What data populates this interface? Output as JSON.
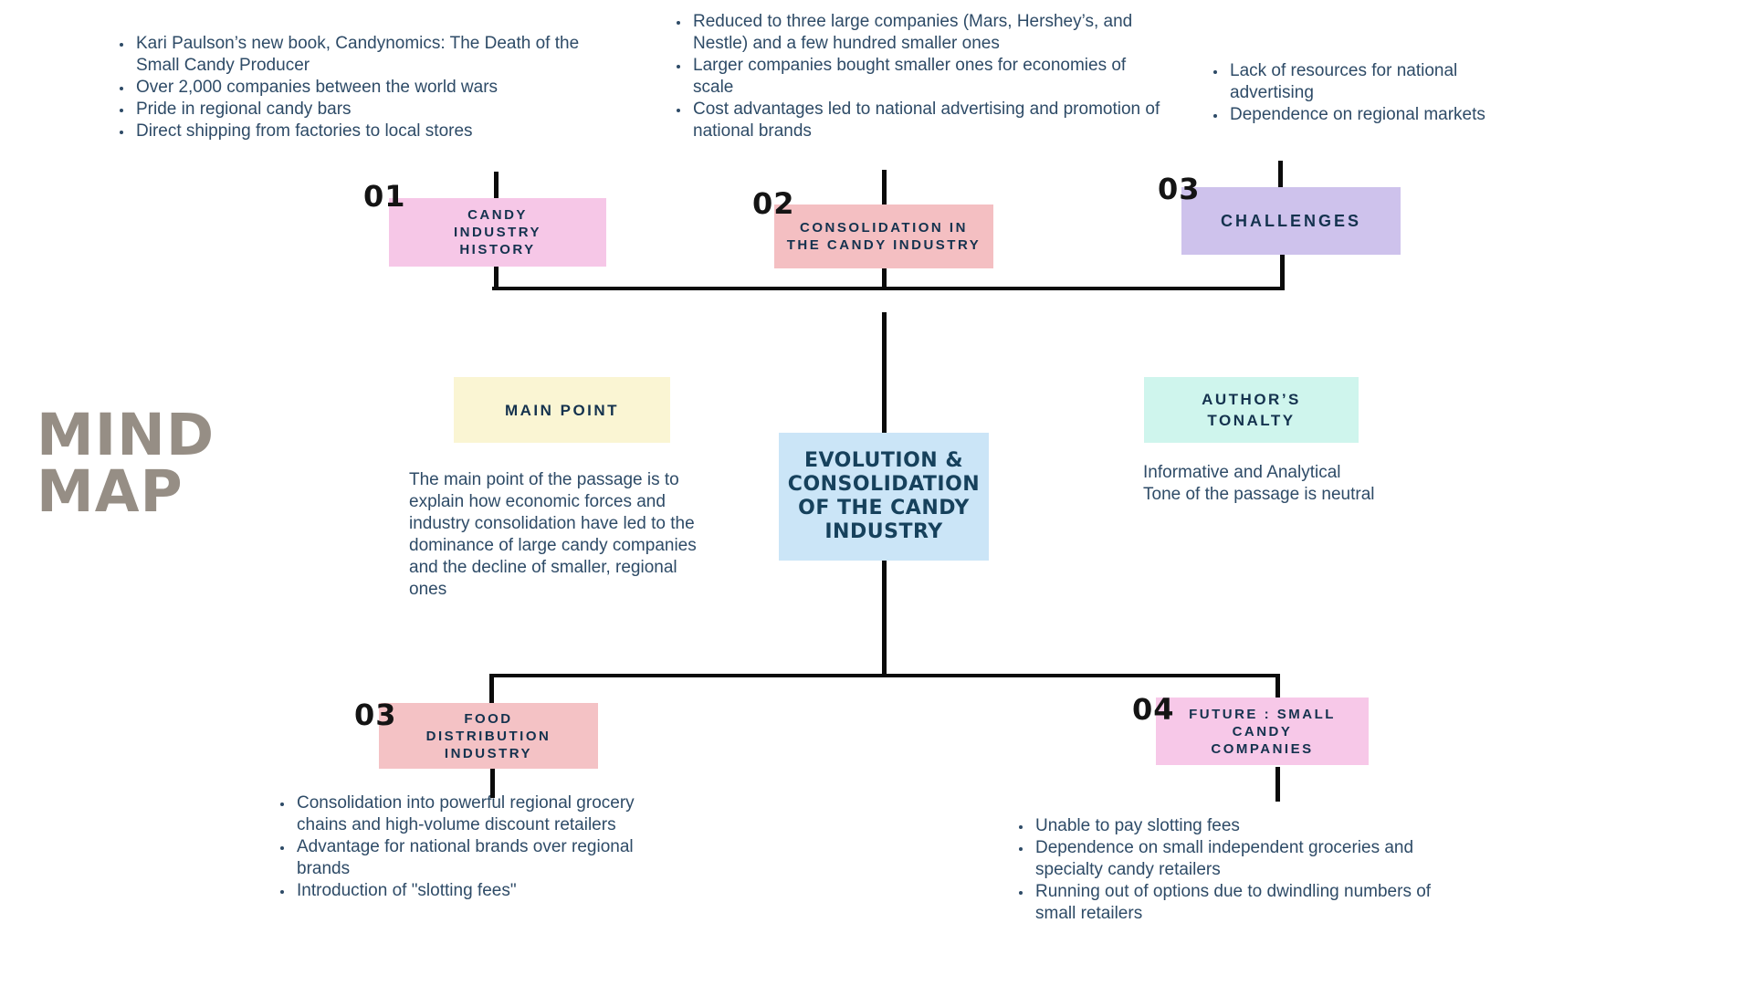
{
  "brand": {
    "text": "MIND\nMAP",
    "color": "#968E85"
  },
  "center_node": {
    "title": "EVOLUTION &\nCONSOLIDATION\nOF THE CANDY\nINDUSTRY",
    "bg": "#CBE5F7"
  },
  "branches": {
    "candy_industry_history": {
      "number": "01",
      "title": "CANDY\nINDUSTRY\nHISTORY",
      "bg": "#F6C7E7",
      "notes": [
        "Kari Paulson’s new book, Candynomics: The Death of the Small Candy Producer",
        "Over 2,000 companies between the world wars",
        "Pride in regional candy bars",
        "Direct shipping from factories to local stores"
      ]
    },
    "consolidation_in_candy_industry": {
      "number": "02",
      "title": "CONSOLIDATION IN\nTHE CANDY INDUSTRY",
      "bg": "#F4BFC2",
      "notes": [
        "Reduced to three large companies (Mars, Hershey’s, and Nestle) and a few hundred smaller ones",
        "Larger companies bought smaller ones for economies of scale",
        "Cost advantages led to national advertising and promotion of national brands"
      ]
    },
    "challenges": {
      "number": "03",
      "title": "CHALLENGES",
      "bg": "#CEC2EC",
      "notes": [
        "Lack of resources for national advertising",
        "Dependence on regional markets"
      ]
    },
    "main_point": {
      "title": "MAIN POINT",
      "bg": "#FAF5D3",
      "text": "The main point of the passage is to explain how economic forces and industry consolidation have led to the dominance of large candy companies and the decline of smaller, regional ones"
    },
    "authors_tonality": {
      "title": "AUTHOR’S\nTONALTY",
      "bg": "#CFF5ED",
      "text": "Informative and Analytical\nTone of the passage is neutral"
    },
    "food_distribution_industry": {
      "number": "03",
      "title": "FOOD\nDISTRIBUTION\nINDUSTRY",
      "bg": "#F4C2C5",
      "notes": [
        "Consolidation into powerful regional grocery chains and high-volume discount retailers",
        "Advantage for national brands over regional brands",
        "Introduction of \"slotting fees\""
      ]
    },
    "future_small_candy_companies": {
      "number": "04",
      "title": "FUTURE : SMALL\nCANDY\nCOMPANIES",
      "bg": "#F7C8E8",
      "notes": [
        "Unable to pay slotting fees",
        "Dependence on small independent groceries and specialty candy retailers",
        "Running out of options due to dwindling numbers of small retailers"
      ]
    }
  },
  "colors": {
    "body_text": "#2E4B67",
    "heading_text": "#14324E",
    "line": "#0B0B0B",
    "brand_text": "#968E85"
  }
}
